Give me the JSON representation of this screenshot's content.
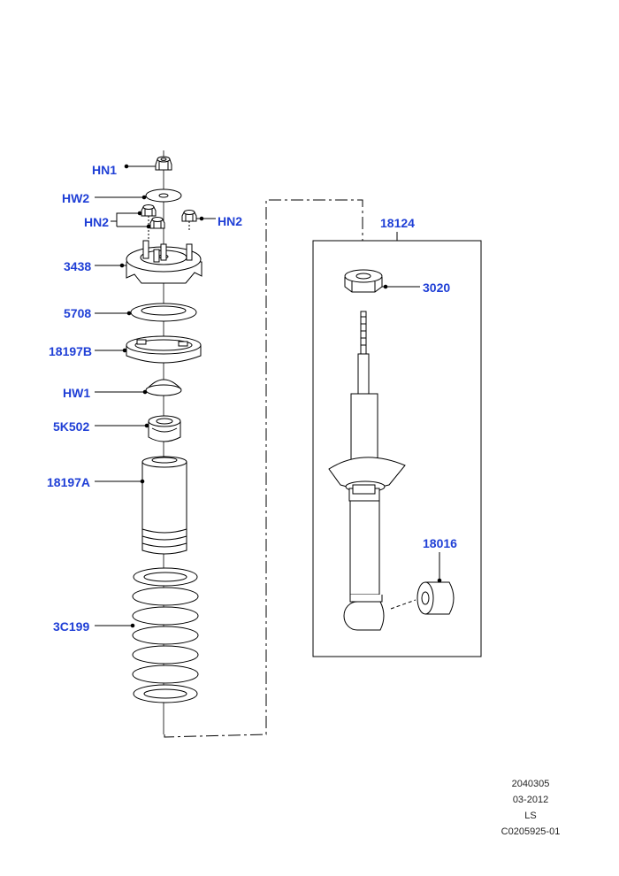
{
  "labels": {
    "hn1": "HN1",
    "hw2": "HW2",
    "hn2_left": "HN2",
    "hn2_right": "HN2",
    "p3438": "3438",
    "p5708": "5708",
    "p18197b": "18197B",
    "hw1": "HW1",
    "p5k502": "5K502",
    "p18197a": "18197A",
    "p3c199": "3C199",
    "p18124": "18124",
    "p3020": "3020",
    "p18016": "18016"
  },
  "footer": {
    "line1": "2040305",
    "line2": "03-2012",
    "line3": "LS",
    "line4": "C0205925-01"
  },
  "colors": {
    "callout": "#1f3fd6",
    "line": "#000000"
  }
}
